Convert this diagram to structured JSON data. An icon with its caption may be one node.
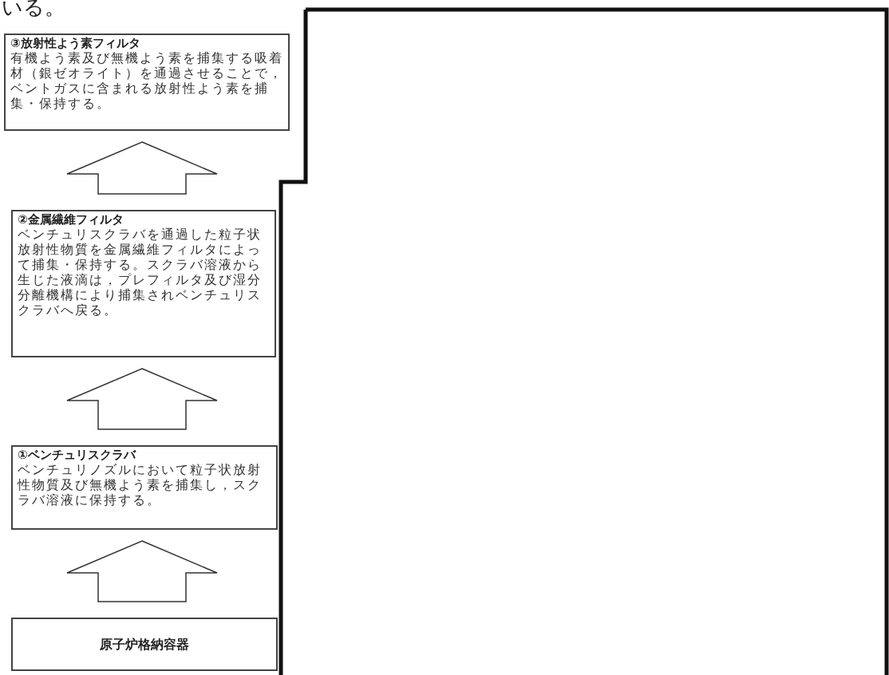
{
  "diagram": {
    "nodes": [
      {
        "text": [
          "③放射性よう素フィルタ",
          "有機よう素及び無機よう素を捕集する吸着材（銀ゼオライト）を通過させることで，ベントガスに含まれる放射性よう素を捕集・保持する。"
        ]
      },
      {
        "text": [
          "②金属繊維フィルタ",
          "ベンチュリスクラバを通過した粒子状放射性物質を金属繊維フィルタによって捕集・保持する。スクラバ溶液から生じた液滴は，プレフィルタ及び湿分分離機構により捕集されベンチュリスクラバへ戻る。"
        ]
      },
      {
        "text": [
          "①ベンチュリスクラバ",
          "ベンチュリノズルにおいて粒子状放射性物質及び無機よう素を捕集し，スクラバ溶液に保持する。"
        ]
      },
      {
        "text": [
          "原子炉格納容器"
        ]
      }
    ],
    "edges": [
      {
        "from": 3,
        "to": 2,
        "arrow": "to"
      },
      {
        "from": 2,
        "to": 1,
        "arrow": "to"
      },
      {
        "from": 1,
        "to": 0,
        "arrow": "to"
      }
    ],
    "labels": [
      "いる。"
    ]
  }
}
